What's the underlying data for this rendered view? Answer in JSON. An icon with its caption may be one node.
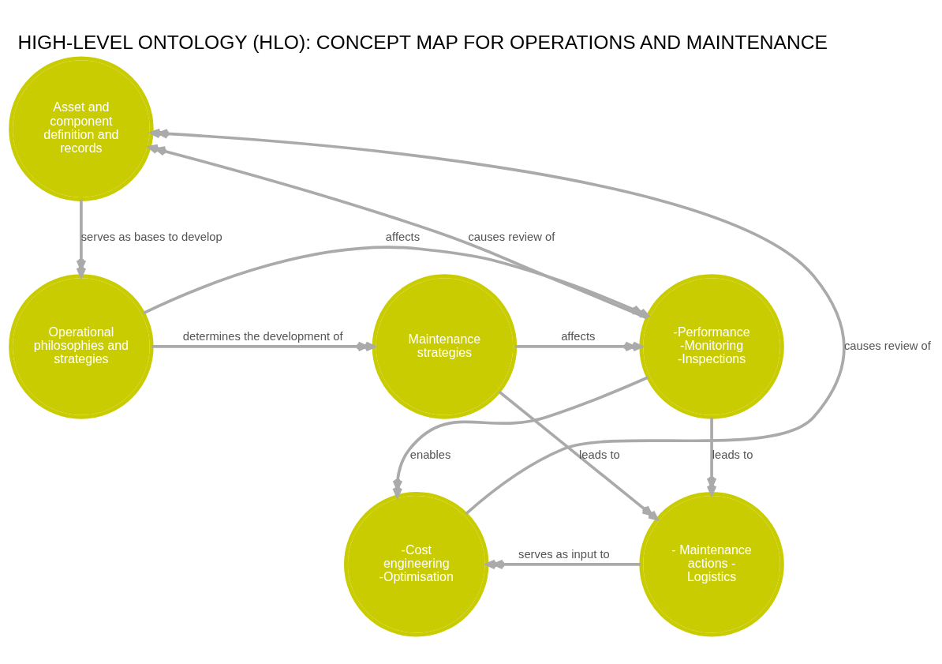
{
  "diagram": {
    "title": "HIGH-LEVEL ONTOLOGY (HLO): CONCEPT MAP FOR OPERATIONS AND MAINTENANCE",
    "nodes": [
      {
        "text": [
          "Asset and component definition and records"
        ]
      },
      {
        "text": [
          "Operational philosophies and strategies"
        ]
      },
      {
        "text": [
          "Maintenance strategies"
        ]
      },
      {
        "text": [
          "-Performance -Monitoring -Inspections"
        ]
      },
      {
        "text": [
          "-Cost engineering -Optimisation"
        ]
      },
      {
        "text": [
          "- Maintenance actions - Logistics"
        ]
      }
    ],
    "edges": [
      {
        "from": 0,
        "to": 1,
        "arrow": "to",
        "label": "serves as bases to develop"
      },
      {
        "from": 1,
        "to": 2,
        "arrow": "to",
        "label": "determines the development of"
      },
      {
        "from": 1,
        "to": 3,
        "arrow": "to",
        "label": "affects"
      },
      {
        "from": 2,
        "to": 3,
        "arrow": "to",
        "label": "affects"
      },
      {
        "from": 3,
        "to": 0,
        "arrow": "to",
        "label": "causes review of"
      },
      {
        "from": 3,
        "to": 4,
        "arrow": "to",
        "label": "enables"
      },
      {
        "from": 3,
        "to": 5,
        "arrow": "to",
        "label": "leads to"
      },
      {
        "from": 2,
        "to": 5,
        "arrow": "to",
        "label": "leads to"
      },
      {
        "from": 5,
        "to": 4,
        "arrow": "to",
        "label": "serves as input to"
      },
      {
        "from": 4,
        "to": 0,
        "arrow": "to",
        "label": "causes review of"
      }
    ]
  }
}
